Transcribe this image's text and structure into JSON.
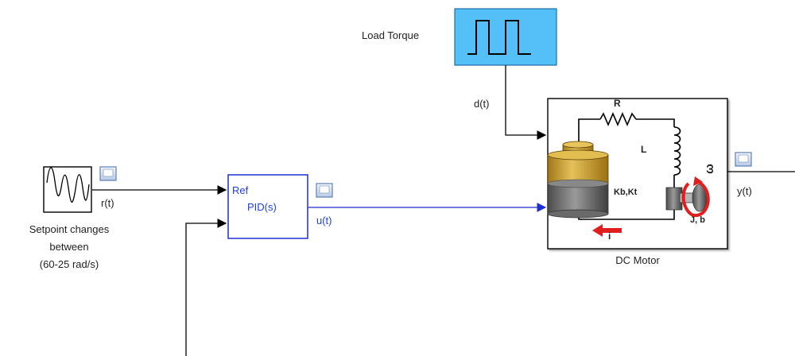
{
  "load_block": {
    "label": "Load Torque"
  },
  "setpoint_block": {
    "caption_line1": "Setpoint changes",
    "caption_line2": "between",
    "caption_line3": "(60-25 rad/s)"
  },
  "pid_block": {
    "port_label": "Ref",
    "name": "PID(s)"
  },
  "motor_block": {
    "name": "DC Motor",
    "resistor": "R",
    "inductor": "L",
    "constants": "Kb,Kt",
    "inertia": "J, b",
    "current": "i",
    "omega": "ω"
  },
  "signals": {
    "reference": "r(t)",
    "control": "u(t)",
    "disturbance": "d(t)",
    "output": "y(t)"
  },
  "colors": {
    "signal_line": "#000000",
    "control_line": "#1f2fd0",
    "pid_border": "#1f2fd0",
    "load_fill": "#55bff7",
    "motor_top": "#c9a030",
    "motor_bottom": "#707070",
    "arrow_red": "#e01e1e"
  },
  "icons": [
    "scope-icon",
    "viewer-icon",
    "pulse-icon",
    "motor-icon"
  ]
}
